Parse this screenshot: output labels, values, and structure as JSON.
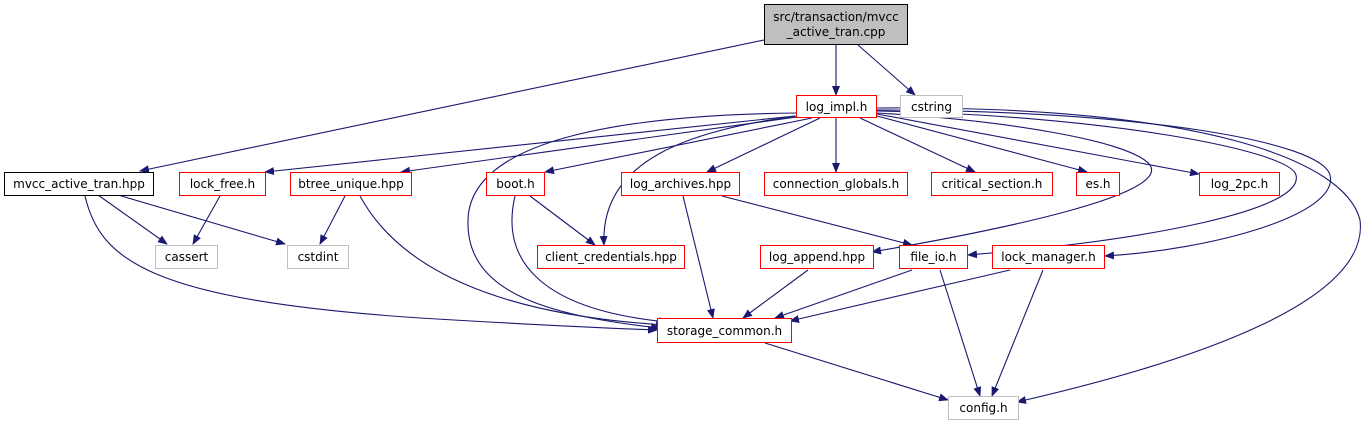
{
  "graph": {
    "nodes": {
      "root": {
        "line1": "src/transaction/mvcc",
        "line2": "_active_tran.cpp"
      },
      "log_impl": {
        "label": "log_impl.h"
      },
      "cstring": {
        "label": "cstring"
      },
      "mvcc_active_tran": {
        "label": "mvcc_active_tran.hpp"
      },
      "lock_free": {
        "label": "lock_free.h"
      },
      "btree_unique": {
        "label": "btree_unique.hpp"
      },
      "boot": {
        "label": "boot.h"
      },
      "log_archives": {
        "label": "log_archives.hpp"
      },
      "connection_globals": {
        "label": "connection_globals.h"
      },
      "critical_section": {
        "label": "critical_section.h"
      },
      "es": {
        "label": "es.h"
      },
      "log_2pc": {
        "label": "log_2pc.h"
      },
      "cassert": {
        "label": "cassert"
      },
      "cstdint": {
        "label": "cstdint"
      },
      "client_credentials": {
        "label": "client_credentials.hpp"
      },
      "log_append": {
        "label": "log_append.hpp"
      },
      "file_io": {
        "label": "file_io.h"
      },
      "lock_manager": {
        "label": "lock_manager.h"
      },
      "storage_common": {
        "label": "storage_common.h"
      },
      "config": {
        "label": "config.h"
      }
    }
  },
  "colors": {
    "edge": "#191970",
    "border_documented": "#ff0000",
    "border_external": "#bfbfbf",
    "root_fill": "#bfbfbf"
  }
}
